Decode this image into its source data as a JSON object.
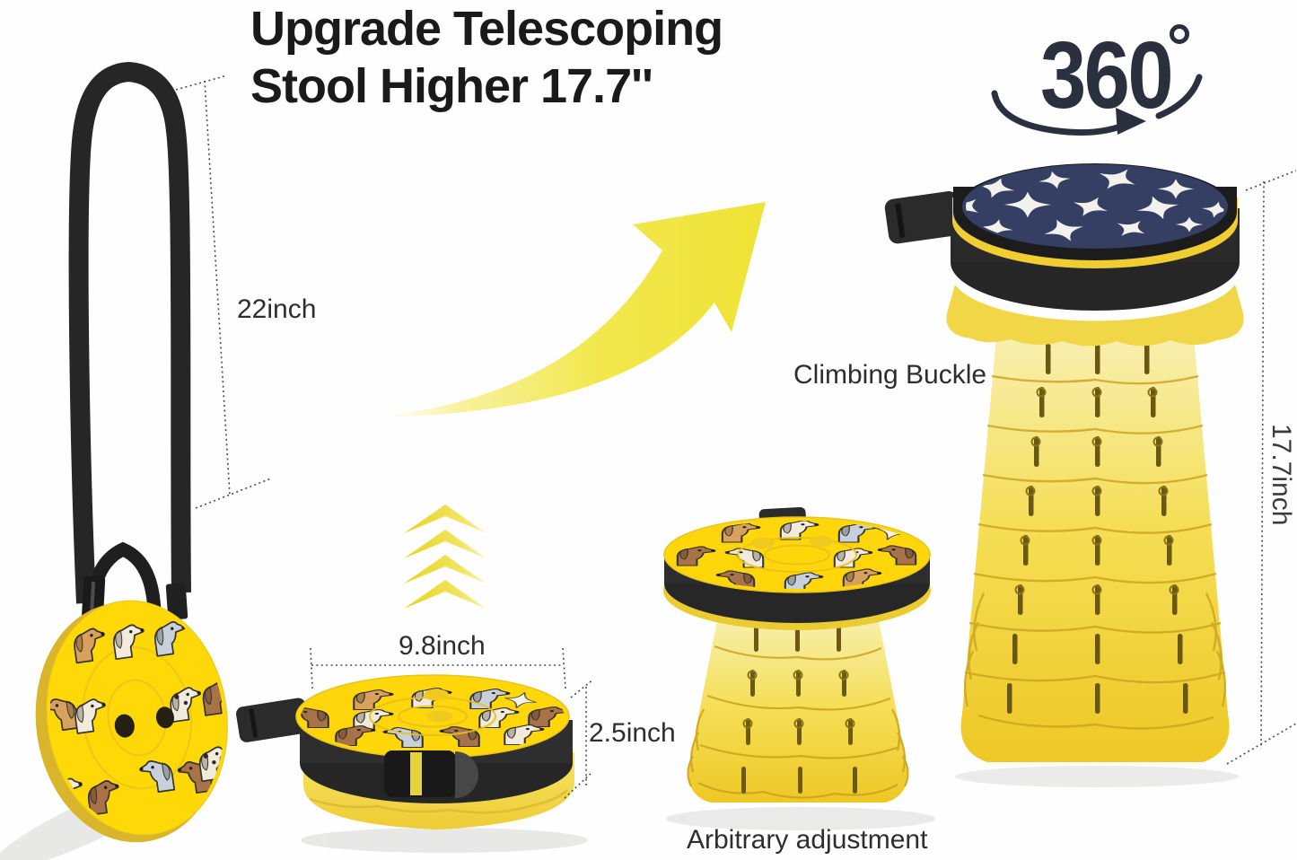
{
  "title": {
    "line1": "Upgrade Telescoping",
    "line2": "Stool Higher 17.7''"
  },
  "rotation_badge": {
    "number": "360",
    "degree_symbol": "°"
  },
  "dimensions": {
    "strap_length": "22inch",
    "seat_diameter": "9.8inch",
    "folded_height": "2.5inch",
    "extended_height": "17.7inch"
  },
  "annotations": {
    "climbing_buckle": "Climbing Buckle",
    "arbitrary_adjustment": "Arbitrary adjustment"
  },
  "icons": {
    "rotation": "360-rotation-arrow-icon",
    "growth_arrow": "curved-up-right-arrow-icon",
    "expand_chevrons": "quadruple-chevron-up-icon",
    "dimension_lines": "dotted-dimension-lines",
    "carry_strap": "carry-strap",
    "climbing_buckle_part": "strap-buckle"
  },
  "colors": {
    "product_yellow": "#FFD60A",
    "body_yellow": "#F2D84B",
    "deep_yellow": "#E3BC28",
    "strap_black": "#2B2B2B",
    "seat_navy": "#353E63",
    "star_white": "#F2F1EC",
    "arrow_yellow": "#EFE53C",
    "text_dark": "#1F1F1F",
    "dimension_line": "#4A4A4A",
    "background": "#FEFEFE"
  }
}
